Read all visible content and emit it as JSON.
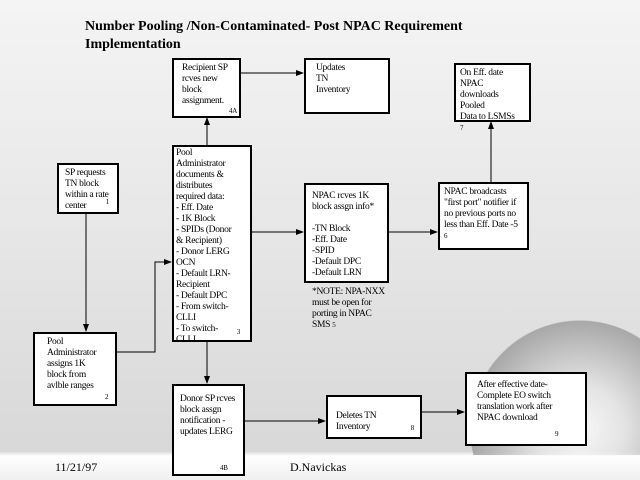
{
  "title": "Number Pooling /Non-Contaminated- Post NPAC Requirement Implementation",
  "boxes": {
    "sp_request": {
      "text": "SP requests\n TN block\nwithin a rate\ncenter",
      "num": "1"
    },
    "pool_assigns": {
      "text": "Pool\nAdministrator\nassigns 1K\nblock from\navlble ranges",
      "num": "2"
    },
    "pool_documents": {
      "text": "Pool\nAdministrator\ndocuments &\ndistributes\nrequired data:\n- Eff. Date\n- 1K Block\n- SPIDs (Donor\n& Recipient)\n- Donor LERG\nOCN\n- Default LRN-\nRecipient\n- Default DPC\n- From switch-\nCLLI\n- To switch-\nCLLI",
      "num": "3"
    },
    "recipient_sp": {
      "text": "Recipient SP\nrcves new\nblock\nassignment.",
      "num": "4A"
    },
    "updates_tn": {
      "text": "Updates\nTN\nInventory"
    },
    "npac_rcves": {
      "text": "NPAC rcves 1K\nblock assgn info*\n\n-TN Block\n-Eff. Date\n-SPID\n-Default DPC\n-Default LRN"
    },
    "npac_broadcasts": {
      "text": "NPAC broadcasts\n\"first port\" notifier if\nno previous ports no\nless than Eff. Date -5",
      "num": "6"
    },
    "on_eff_date": {
      "text": "On Eff. date NPAC\ndownloads\n Pooled\nData to LSMSs",
      "num": "7"
    },
    "donor_sp": {
      "text": "Donor SP rcves\nblock assgn\nnotification -\nupdates LERG",
      "num": "4B"
    },
    "deletes_tn": {
      "text": "Deletes TN Inventory",
      "num": "8"
    },
    "after_eff": {
      "text": "After effective date-\nComplete EO switch\ntranslation work after\nNPAC download",
      "num": "9"
    }
  },
  "note": {
    "text": "*NOTE: NPA-NXX\nmust be open for\nporting in NPAC\nSMS",
    "num": "5"
  },
  "footer": {
    "date": "11/21/97",
    "author": "D.Navickas"
  }
}
